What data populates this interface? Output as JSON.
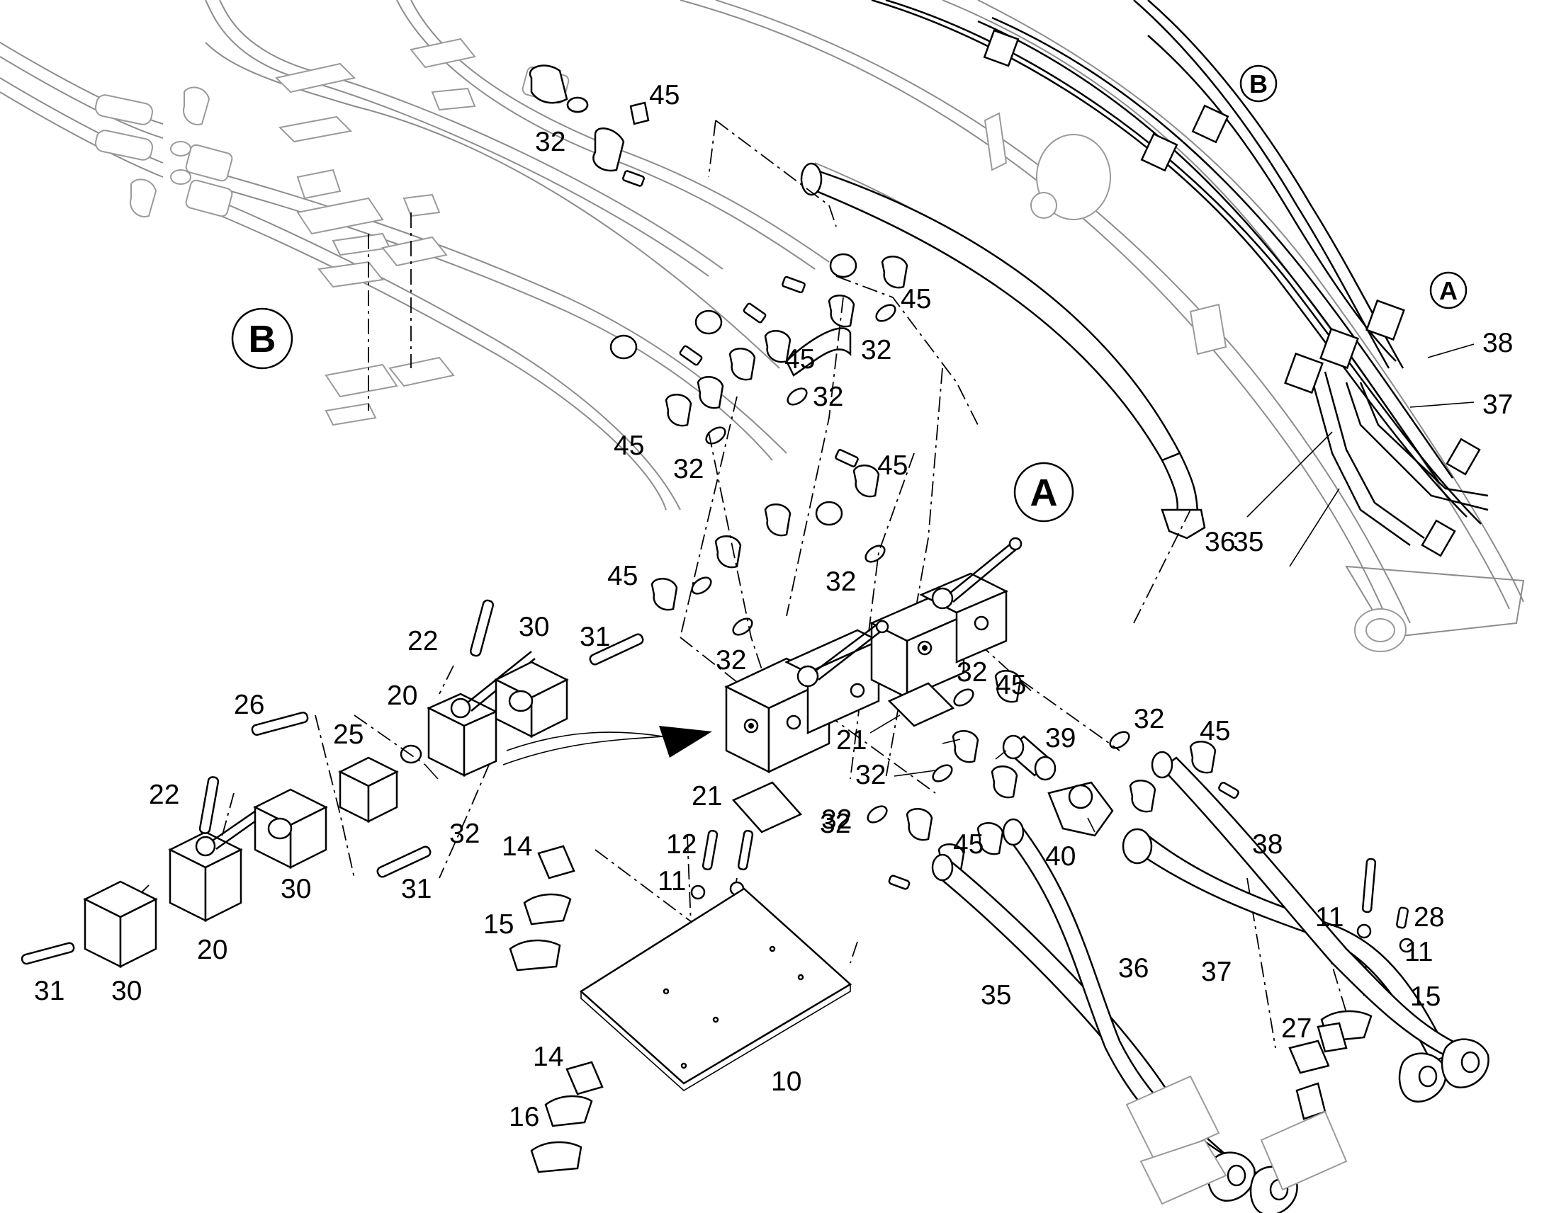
{
  "diagram": {
    "view_labels": [
      "A",
      "B"
    ],
    "callouts": {
      "c10": "10",
      "c11a": "11",
      "c11b": "11",
      "c11c": "11",
      "c12": "12",
      "c14a": "14",
      "c14b": "14",
      "c15a": "15",
      "c15b": "15",
      "c16": "16",
      "c20a": "20",
      "c20b": "20",
      "c21a": "21",
      "c21b": "21",
      "c22a": "22",
      "c22b": "22",
      "c25": "25",
      "c26": "26",
      "c27": "27",
      "c28": "28",
      "c30a": "30",
      "c30b": "30",
      "c30c": "30",
      "c31a": "31",
      "c31b": "31",
      "c31c": "31",
      "c32a": "32",
      "c32b": "32",
      "c32c": "32",
      "c32d": "32",
      "c32e": "32",
      "c32f": "32",
      "c32g": "32",
      "c32h": "32",
      "c32i": "32",
      "c32j": "32",
      "c32k": "32",
      "c32l": "32",
      "c35a": "35",
      "c35b": "35",
      "c36a": "36",
      "c36b": "36",
      "c37a": "37",
      "c37b": "37",
      "c38a": "38",
      "c38b": "38",
      "c39": "39",
      "c40": "40",
      "c45a": "45",
      "c45b": "45",
      "c45c": "45",
      "c45d": "45",
      "c45e": "45",
      "c45f": "45",
      "c45g": "45",
      "c45h": "45",
      "c45i": "45"
    }
  }
}
